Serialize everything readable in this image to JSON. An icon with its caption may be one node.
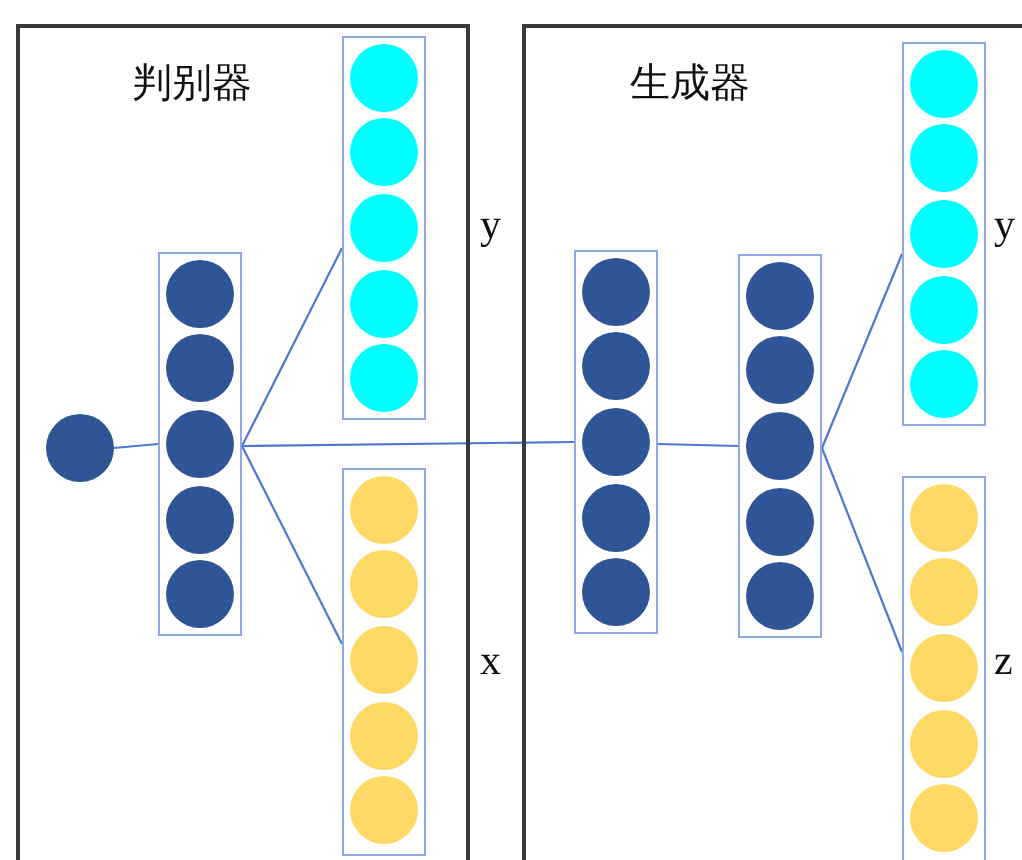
{
  "diagram": {
    "nodes": [
      {
        "text": [
          "判别器"
        ]
      },
      {
        "text": [
          "生成器"
        ]
      },
      {
        "text": [],
        "shape": "circle",
        "in": 0
      },
      {
        "text": [],
        "shape": "box",
        "in": 0
      },
      {
        "text": [],
        "shape": "circle",
        "in": 3
      },
      {
        "text": [],
        "shape": "circle",
        "in": 3
      },
      {
        "text": [],
        "shape": "circle",
        "in": 3
      },
      {
        "text": [],
        "shape": "circle",
        "in": 3
      },
      {
        "text": [],
        "shape": "circle",
        "in": 3
      },
      {
        "text": [],
        "shape": "box",
        "in": 0
      },
      {
        "text": [],
        "shape": "circle",
        "in": 9
      },
      {
        "text": [],
        "shape": "circle",
        "in": 9
      },
      {
        "text": [],
        "shape": "circle",
        "in": 9
      },
      {
        "text": [],
        "shape": "circle",
        "in": 9
      },
      {
        "text": [],
        "shape": "circle",
        "in": 9
      },
      {
        "text": [],
        "shape": "box",
        "in": 0
      },
      {
        "text": [],
        "shape": "circle",
        "in": 15
      },
      {
        "text": [],
        "shape": "circle",
        "in": 15
      },
      {
        "text": [],
        "shape": "circle",
        "in": 15
      },
      {
        "text": [],
        "shape": "circle",
        "in": 15
      },
      {
        "text": [],
        "shape": "circle",
        "in": 15
      },
      {
        "text": [],
        "shape": "box",
        "in": 1
      },
      {
        "text": [],
        "shape": "circle",
        "in": 21
      },
      {
        "text": [],
        "shape": "circle",
        "in": 21
      },
      {
        "text": [],
        "shape": "circle",
        "in": 21
      },
      {
        "text": [],
        "shape": "circle",
        "in": 21
      },
      {
        "text": [],
        "shape": "circle",
        "in": 21
      },
      {
        "text": [],
        "shape": "box",
        "in": 1
      },
      {
        "text": [],
        "shape": "circle",
        "in": 27
      },
      {
        "text": [],
        "shape": "circle",
        "in": 27
      },
      {
        "text": [],
        "shape": "circle",
        "in": 27
      },
      {
        "text": [],
        "shape": "circle",
        "in": 27
      },
      {
        "text": [],
        "shape": "circle",
        "in": 27
      },
      {
        "text": [],
        "shape": "box",
        "in": 1
      },
      {
        "text": [],
        "shape": "circle",
        "in": 33
      },
      {
        "text": [],
        "shape": "circle",
        "in": 33
      },
      {
        "text": [],
        "shape": "circle",
        "in": 33
      },
      {
        "text": [],
        "shape": "circle",
        "in": 33
      },
      {
        "text": [],
        "shape": "circle",
        "in": 33
      },
      {
        "text": [],
        "shape": "box",
        "in": 1
      },
      {
        "text": [],
        "shape": "circle",
        "in": 39
      },
      {
        "text": [],
        "shape": "circle",
        "in": 39
      },
      {
        "text": [],
        "shape": "circle",
        "in": 39
      },
      {
        "text": [],
        "shape": "circle",
        "in": 39
      },
      {
        "text": [],
        "shape": "circle",
        "in": 39
      }
    ],
    "edges": [
      {
        "from": 2,
        "to": 3,
        "arrow": "none"
      },
      {
        "from": 3,
        "to": 9,
        "arrow": "none"
      },
      {
        "from": 3,
        "to": 15,
        "arrow": "none"
      },
      {
        "from": 3,
        "to": 21,
        "arrow": "none"
      },
      {
        "from": 21,
        "to": 27,
        "arrow": "none"
      },
      {
        "from": 27,
        "to": 33,
        "arrow": "none"
      },
      {
        "from": 27,
        "to": 39,
        "arrow": "none"
      }
    ],
    "labels": [
      "y",
      "x",
      "y",
      "z"
    ]
  }
}
